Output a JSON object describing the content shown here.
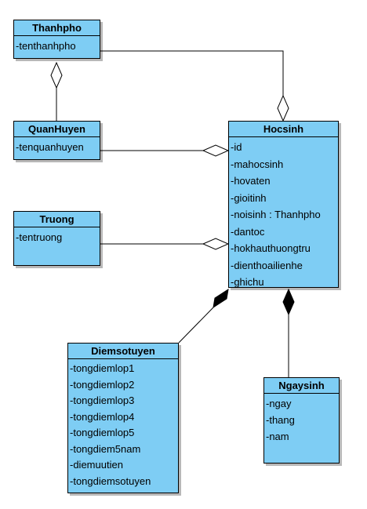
{
  "classes": {
    "thanhpho": {
      "name": "Thanhpho",
      "attributes": [
        "-tenthanhpho"
      ]
    },
    "quanhuyen": {
      "name": "QuanHuyen",
      "attributes": [
        "-tenquanhuyen"
      ]
    },
    "truong": {
      "name": "Truong",
      "attributes": [
        "-tentruong"
      ]
    },
    "hocsinh": {
      "name": "Hocsinh",
      "attributes": [
        "-id",
        "-mahocsinh",
        "-hovaten",
        "-gioitinh",
        "-noisinh : Thanhpho",
        "-dantoc",
        "-hokhauthuongtru",
        "-dienthoailienhe",
        "-ghichu"
      ]
    },
    "diemsotuyen": {
      "name": "Diemsotuyen",
      "attributes": [
        "-tongdiemlop1",
        "-tongdiemlop2",
        "-tongdiemlop3",
        "-tongdiemlop4",
        "-tongdiemlop5",
        "-tongdiem5nam",
        "-diemuutien",
        "-tongdiemsotuyen"
      ]
    },
    "ngaysinh": {
      "name": "Ngaysinh",
      "attributes": [
        "-ngay",
        "-thang",
        "-nam"
      ]
    }
  },
  "relations": [
    {
      "from": "quanhuyen",
      "to": "thanhpho",
      "kind": "aggregation"
    },
    {
      "from": "thanhpho",
      "to": "hocsinh",
      "kind": "aggregation"
    },
    {
      "from": "quanhuyen",
      "to": "hocsinh",
      "kind": "aggregation"
    },
    {
      "from": "truong",
      "to": "hocsinh",
      "kind": "aggregation"
    },
    {
      "from": "diemsotuyen",
      "to": "hocsinh",
      "kind": "composition"
    },
    {
      "from": "ngaysinh",
      "to": "hocsinh",
      "kind": "composition"
    }
  ],
  "colors": {
    "class_fill": "#7ecdf4",
    "border": "#000000",
    "aggregation_fill": "#ffffff",
    "composition_fill": "#000000"
  }
}
